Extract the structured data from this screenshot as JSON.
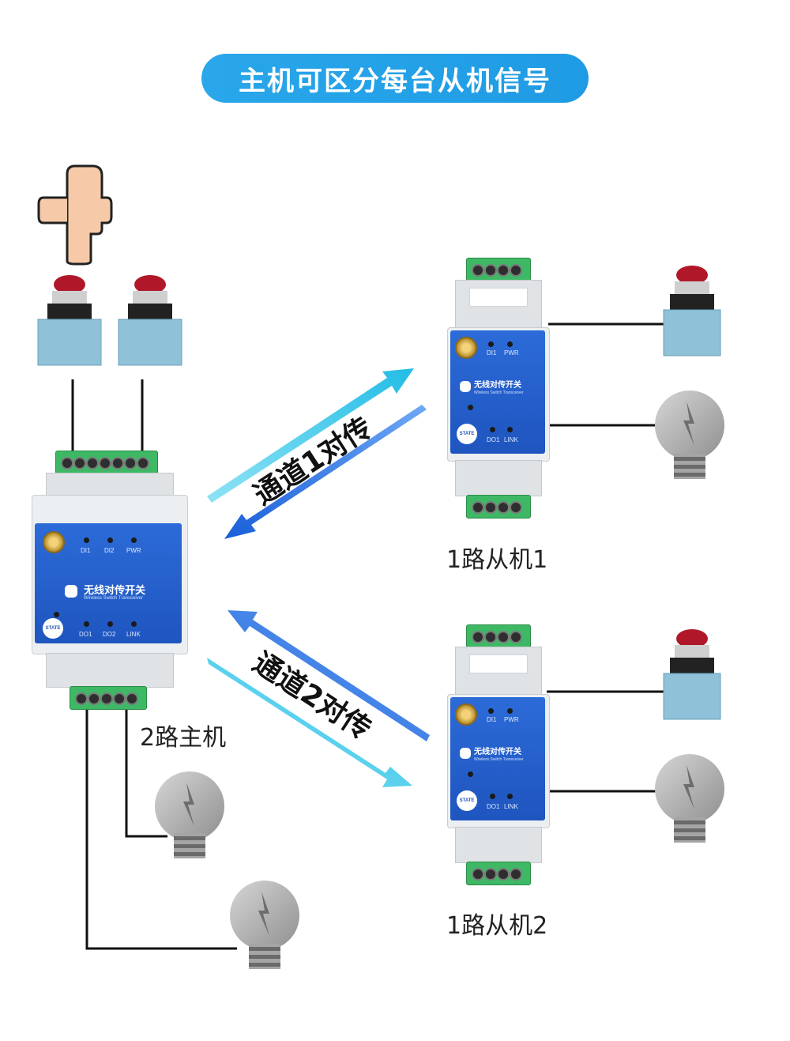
{
  "banner": {
    "text": "主机可区分每台从机信号"
  },
  "channels": {
    "ch1": "通道1对传",
    "ch2": "通道2对传"
  },
  "labels": {
    "master": "2路主机",
    "slave1": "1路从机1",
    "slave2": "1路从机2"
  },
  "device": {
    "title": "无线对传开关",
    "subtitle": "Wireless Switch Transceiver",
    "state": "STATE",
    "master_leds_top": [
      "DI1",
      "DI2",
      "PWR"
    ],
    "master_leds_bottom": [
      "DO1",
      "DO2",
      "LINK"
    ],
    "slave_leds_top": [
      "DI1",
      "PWR"
    ],
    "slave_leds_bottom": [
      "DO1",
      "LINK"
    ]
  },
  "colors": {
    "banner": "#1e9be4",
    "arrow_cyan": "#29c4e8",
    "arrow_blue": "#1f6fe0",
    "panel": "#1f55bf"
  }
}
